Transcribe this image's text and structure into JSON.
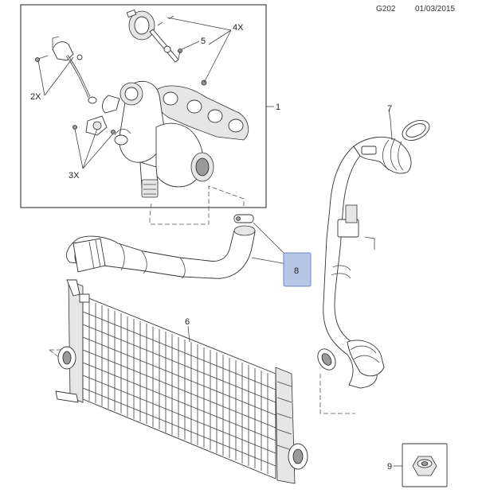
{
  "header": {
    "code": "G202",
    "date": "01/03/2015"
  },
  "callouts": {
    "c1": "1",
    "c2x": "2X",
    "c3x": "3X",
    "c4x": "4X",
    "c5": "5",
    "c6": "6",
    "c7": "7",
    "c8": "8",
    "c9": "9"
  },
  "colors": {
    "highlight_fill": "#b7c6e6",
    "highlight_stroke": "#6e86c2",
    "line": "#444444"
  }
}
